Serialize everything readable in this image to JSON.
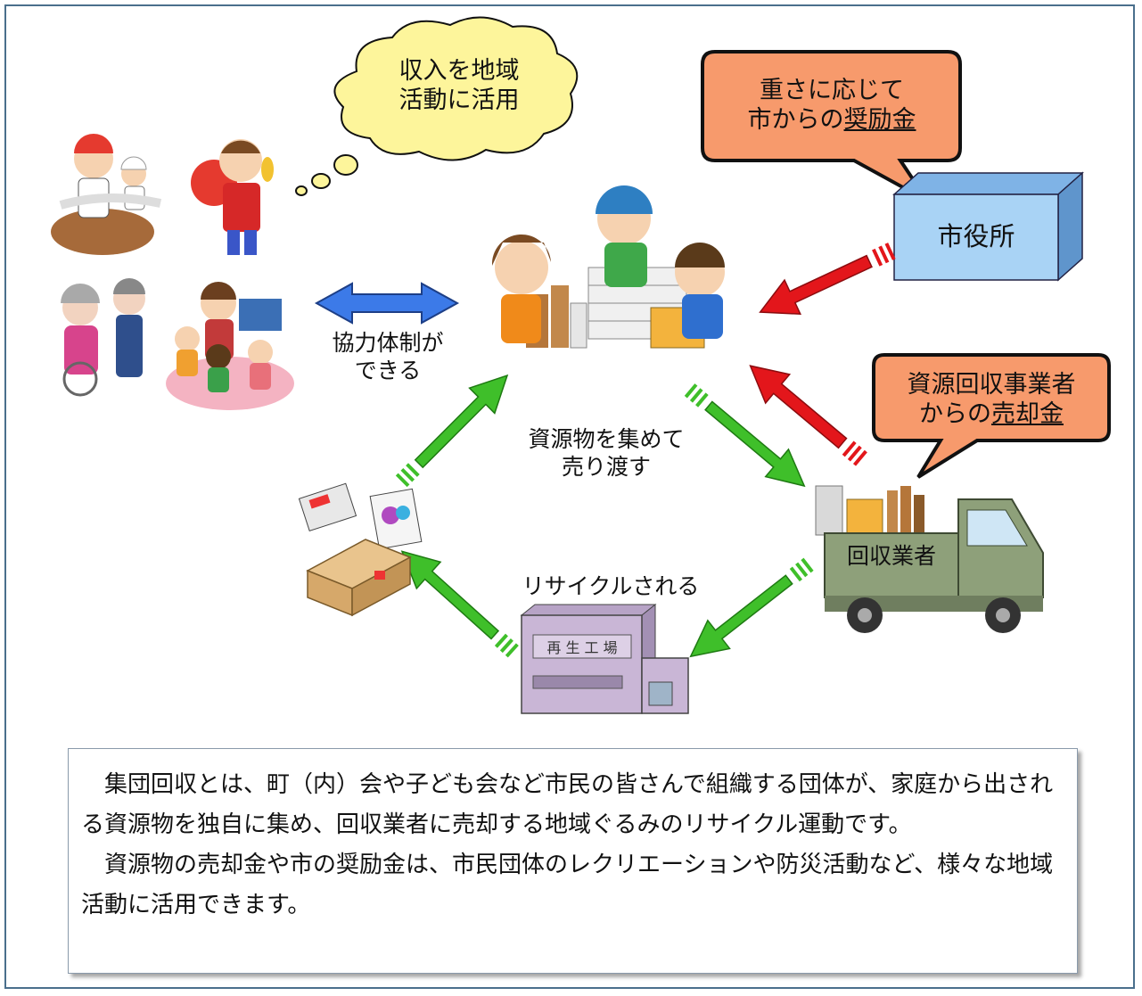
{
  "thought_bubble": {
    "line1": "収入を地域",
    "line2": "活動に活用"
  },
  "city_callout": {
    "line1": "重さに応じて",
    "line2_prefix": "市からの",
    "line2_underlined": "奨励金"
  },
  "city_office": {
    "label": "市役所",
    "color": "#a9d3f5"
  },
  "dealer_callout": {
    "line1": "資源回収事業者",
    "line2_prefix": "からの",
    "line2_underlined": "売却金"
  },
  "cooperation": {
    "line1": "協力体制が",
    "line2": "できる"
  },
  "center_caption": {
    "line1": "資源物を集めて",
    "line2": "売り渡す"
  },
  "truck": {
    "label": "回収業者"
  },
  "recycle_label": "リサイクルされる",
  "factory": {
    "sign": "再 生 工 場"
  },
  "description": {
    "paragraph1": "集団回収とは、町（内）会や子ども会など市民の皆さんで組織する団体が、家庭から出される資源物を独自に集め、回収業者に売却する地域ぐるみのリサイクル運動です。",
    "paragraph2": "資源物の売却金や市の奨励金は、市民団体のレクリエーションや防災活動など、様々な地域活動に活用できます。"
  },
  "colors": {
    "frame": "#4a6f8c",
    "callout_fill": "#f79a6c",
    "thought_fill": "#fdf59b",
    "arrow_green": "#3fbf2a",
    "arrow_red": "#e3161b",
    "arrow_blue": "#3c7ae8",
    "truck_body": "#8ea07a",
    "factory_body": "#c9b6d6"
  }
}
